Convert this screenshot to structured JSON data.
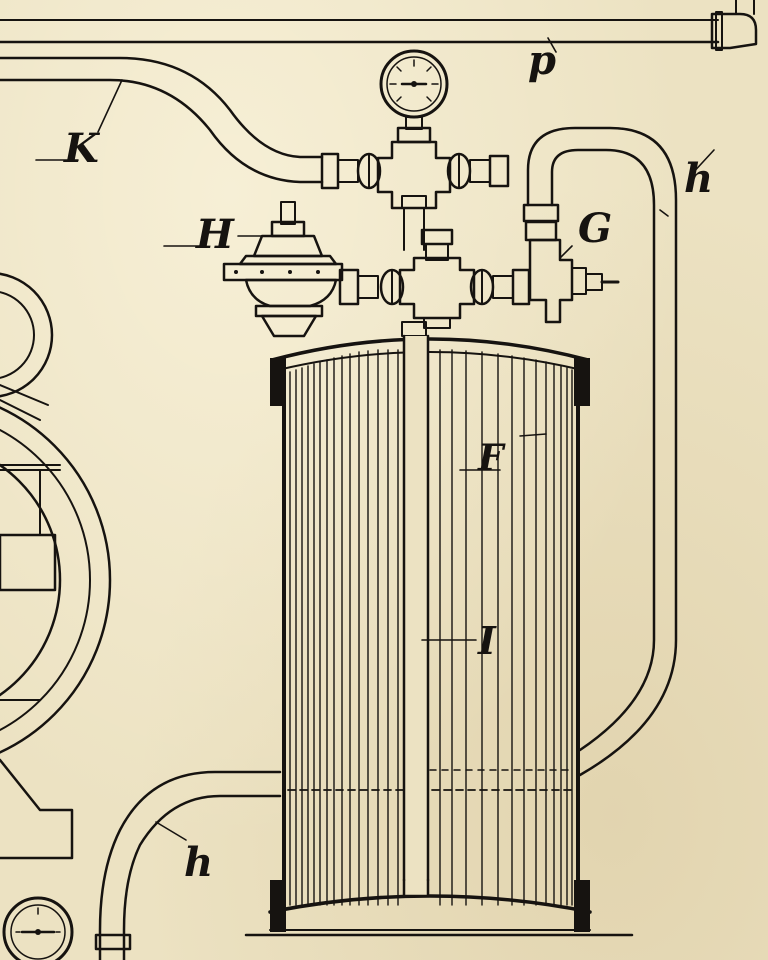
{
  "figure": {
    "labels": {
      "pipe_p": "p",
      "hose_K": "K",
      "valve_H": "H",
      "fitting_G": "G",
      "pipe_h_upper": "h",
      "pipe_h_lower": "h",
      "tank_F": "F",
      "tube_I": "I"
    },
    "colors": {
      "paper": "#ece2c2",
      "ink": "#161310"
    }
  }
}
